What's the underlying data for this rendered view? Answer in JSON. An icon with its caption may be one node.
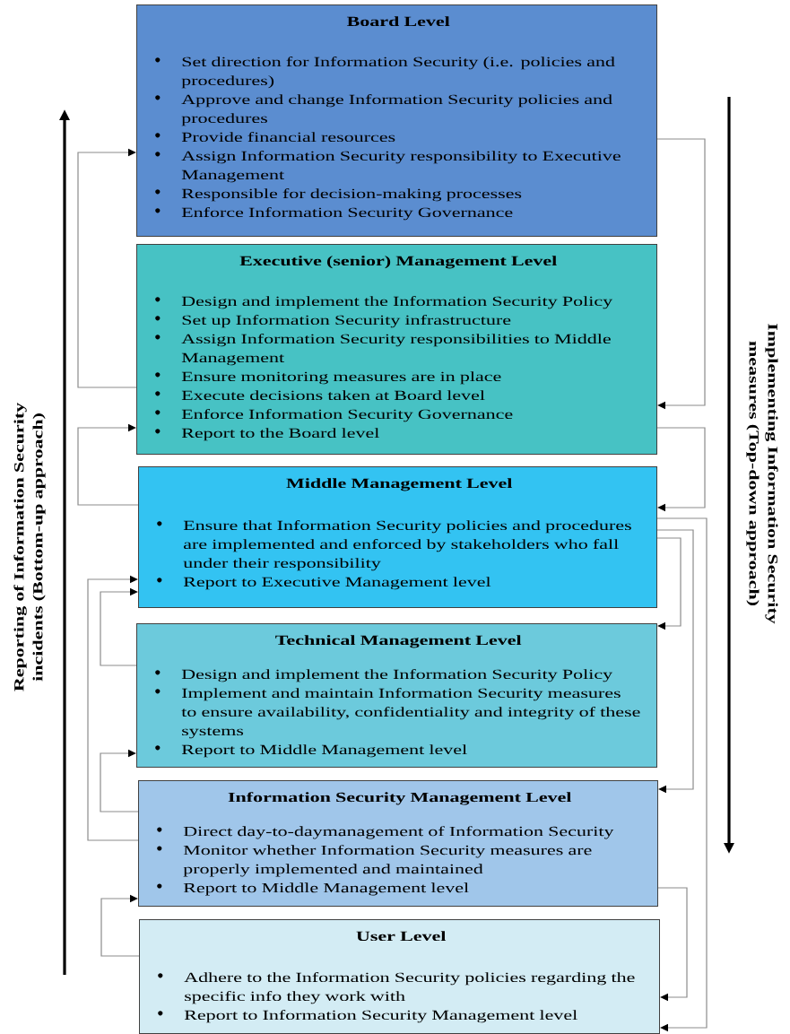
{
  "diagram": {
    "nodes": [
      {
        "text": [
          "Board Level",
          "Set direction for Information Security (i.e. policies and procedures)",
          "Approve and change Information Security policies and procedures",
          "Provide financial resources",
          "Assign Information Security responsibility to Executive Management",
          "Responsible for decision-making processes",
          "Enforce Information Security Governance"
        ]
      },
      {
        "text": [
          "Executive (senior) Management Level",
          "Design and implement the Information Security Policy",
          "Set up Information Security infrastructure",
          "Assign Information Security responsibilities to Middle Management",
          "Ensure monitoring measures are in place",
          "Execute decisions taken at Board level",
          "Enforce Information Security Governance",
          "Report to the Board level"
        ]
      },
      {
        "text": [
          "Middle Management Level",
          "Ensure that  Information Security policies and procedures are implemented and enforced by stakeholders who fall under their responsibility",
          "Report to Executive Management level"
        ]
      },
      {
        "text": [
          "Technical Management Level",
          "Design and implement the Information Security Policy",
          "Implement and maintain Information Security measures to ensure availability, confidentiality and integrity of these systems",
          "Report to Middle Management level"
        ]
      },
      {
        "text": [
          "Information Security Management Level",
          "Direct day-to-daymanagement of Information Security",
          "Monitor whether Information Security measures are properly implemented and maintained",
          "Report to Middle Management level"
        ]
      },
      {
        "text": [
          "User Level",
          "Adhere to the Information Security policies regarding the specific info they work with",
          "Report to Information Security Management level"
        ]
      }
    ],
    "edges": [
      {
        "from": 0,
        "to": 1,
        "arrow": "to"
      },
      {
        "from": 1,
        "to": 2,
        "arrow": "to"
      },
      {
        "from": 2,
        "to": 3,
        "arrow": "to"
      },
      {
        "from": 2,
        "to": 4,
        "arrow": "to"
      },
      {
        "from": 2,
        "to": 5,
        "arrow": "to"
      },
      {
        "from": 4,
        "to": 5,
        "arrow": "to"
      },
      {
        "from": 1,
        "to": 0,
        "arrow": "to"
      },
      {
        "from": 2,
        "to": 1,
        "arrow": "to"
      },
      {
        "from": 3,
        "to": 2,
        "arrow": "to"
      },
      {
        "from": 4,
        "to": 2,
        "arrow": "to"
      },
      {
        "from": 4,
        "to": 3,
        "arrow": "to"
      },
      {
        "from": 5,
        "to": 4,
        "arrow": "to"
      }
    ],
    "labels": [
      "Reporting of Information Security incidents (Bottom-up approach)",
      "Implementing Information Security measures (Top-down approach)"
    ]
  }
}
